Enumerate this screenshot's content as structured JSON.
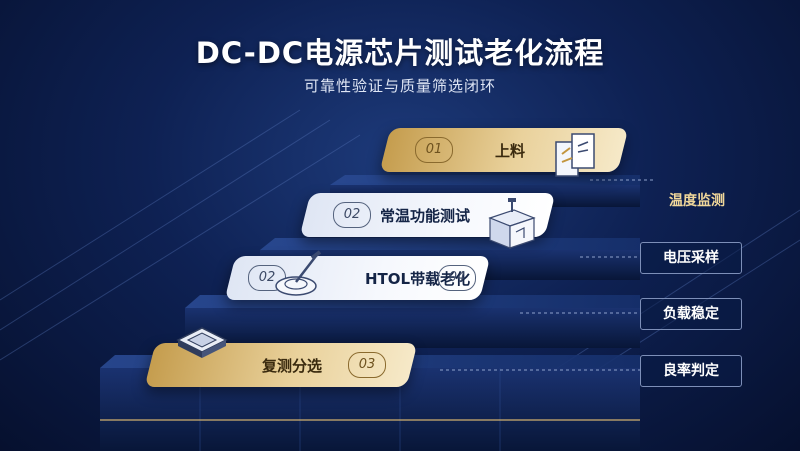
{
  "header": {
    "title": "DC-DC电源芯片测试老化流程",
    "subtitle": "可靠性验证与质量筛选闭环"
  },
  "steps": [
    {
      "num": "01",
      "label": "上料",
      "icon": "book-scan-icon",
      "style": "gold"
    },
    {
      "num": "02",
      "label": "常温功能测试",
      "icon": "test-station-icon",
      "style": "white"
    },
    {
      "num": "02",
      "label": "",
      "icon": "probe-dish-icon",
      "style": "white"
    },
    {
      "num": "04",
      "label": "HTOL带载老化",
      "icon": "",
      "style": "white"
    },
    {
      "num": "03",
      "label": "复测分选",
      "icon": "chip-icon",
      "style": "gold"
    }
  ],
  "monitors": [
    {
      "label": "温度监测",
      "style": "highlight"
    },
    {
      "label": "电压采样",
      "style": "box"
    },
    {
      "label": "负载稳定",
      "style": "box"
    },
    {
      "label": "良率判定",
      "style": "box"
    }
  ],
  "colors": {
    "background": "#0e2153",
    "gold": "#e9d19b",
    "white_card": "#f6f8fd",
    "highlight_text": "#f0d79a",
    "connector": "#8fa2cc"
  }
}
